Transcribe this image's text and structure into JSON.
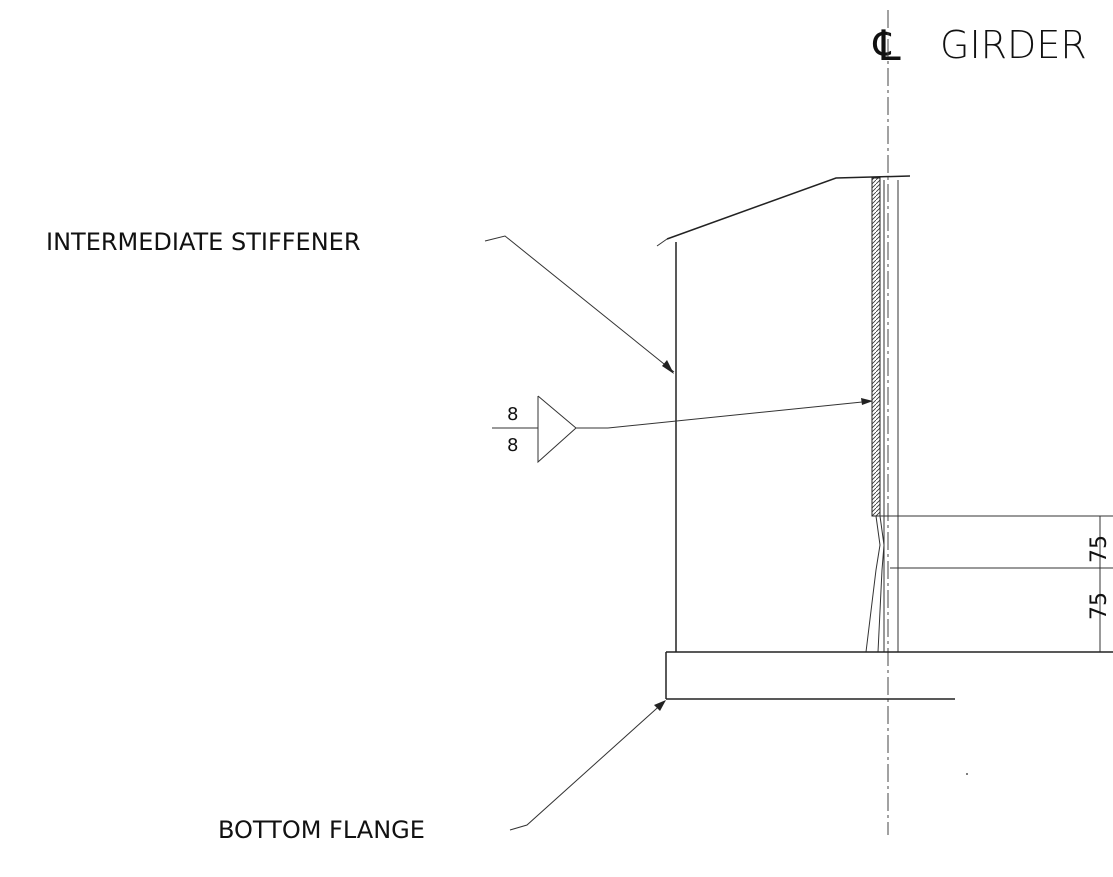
{
  "title": {
    "symbol": "℄",
    "text": "GIRDER"
  },
  "labels": {
    "intermediate_stiffener": "INTERMEDIATE STIFFENER",
    "bottom_flange": "BOTTOM FLANGE"
  },
  "weld": {
    "size_top": "8",
    "size_bottom": "8"
  },
  "dimensions": {
    "upper": "75",
    "lower": "75"
  }
}
